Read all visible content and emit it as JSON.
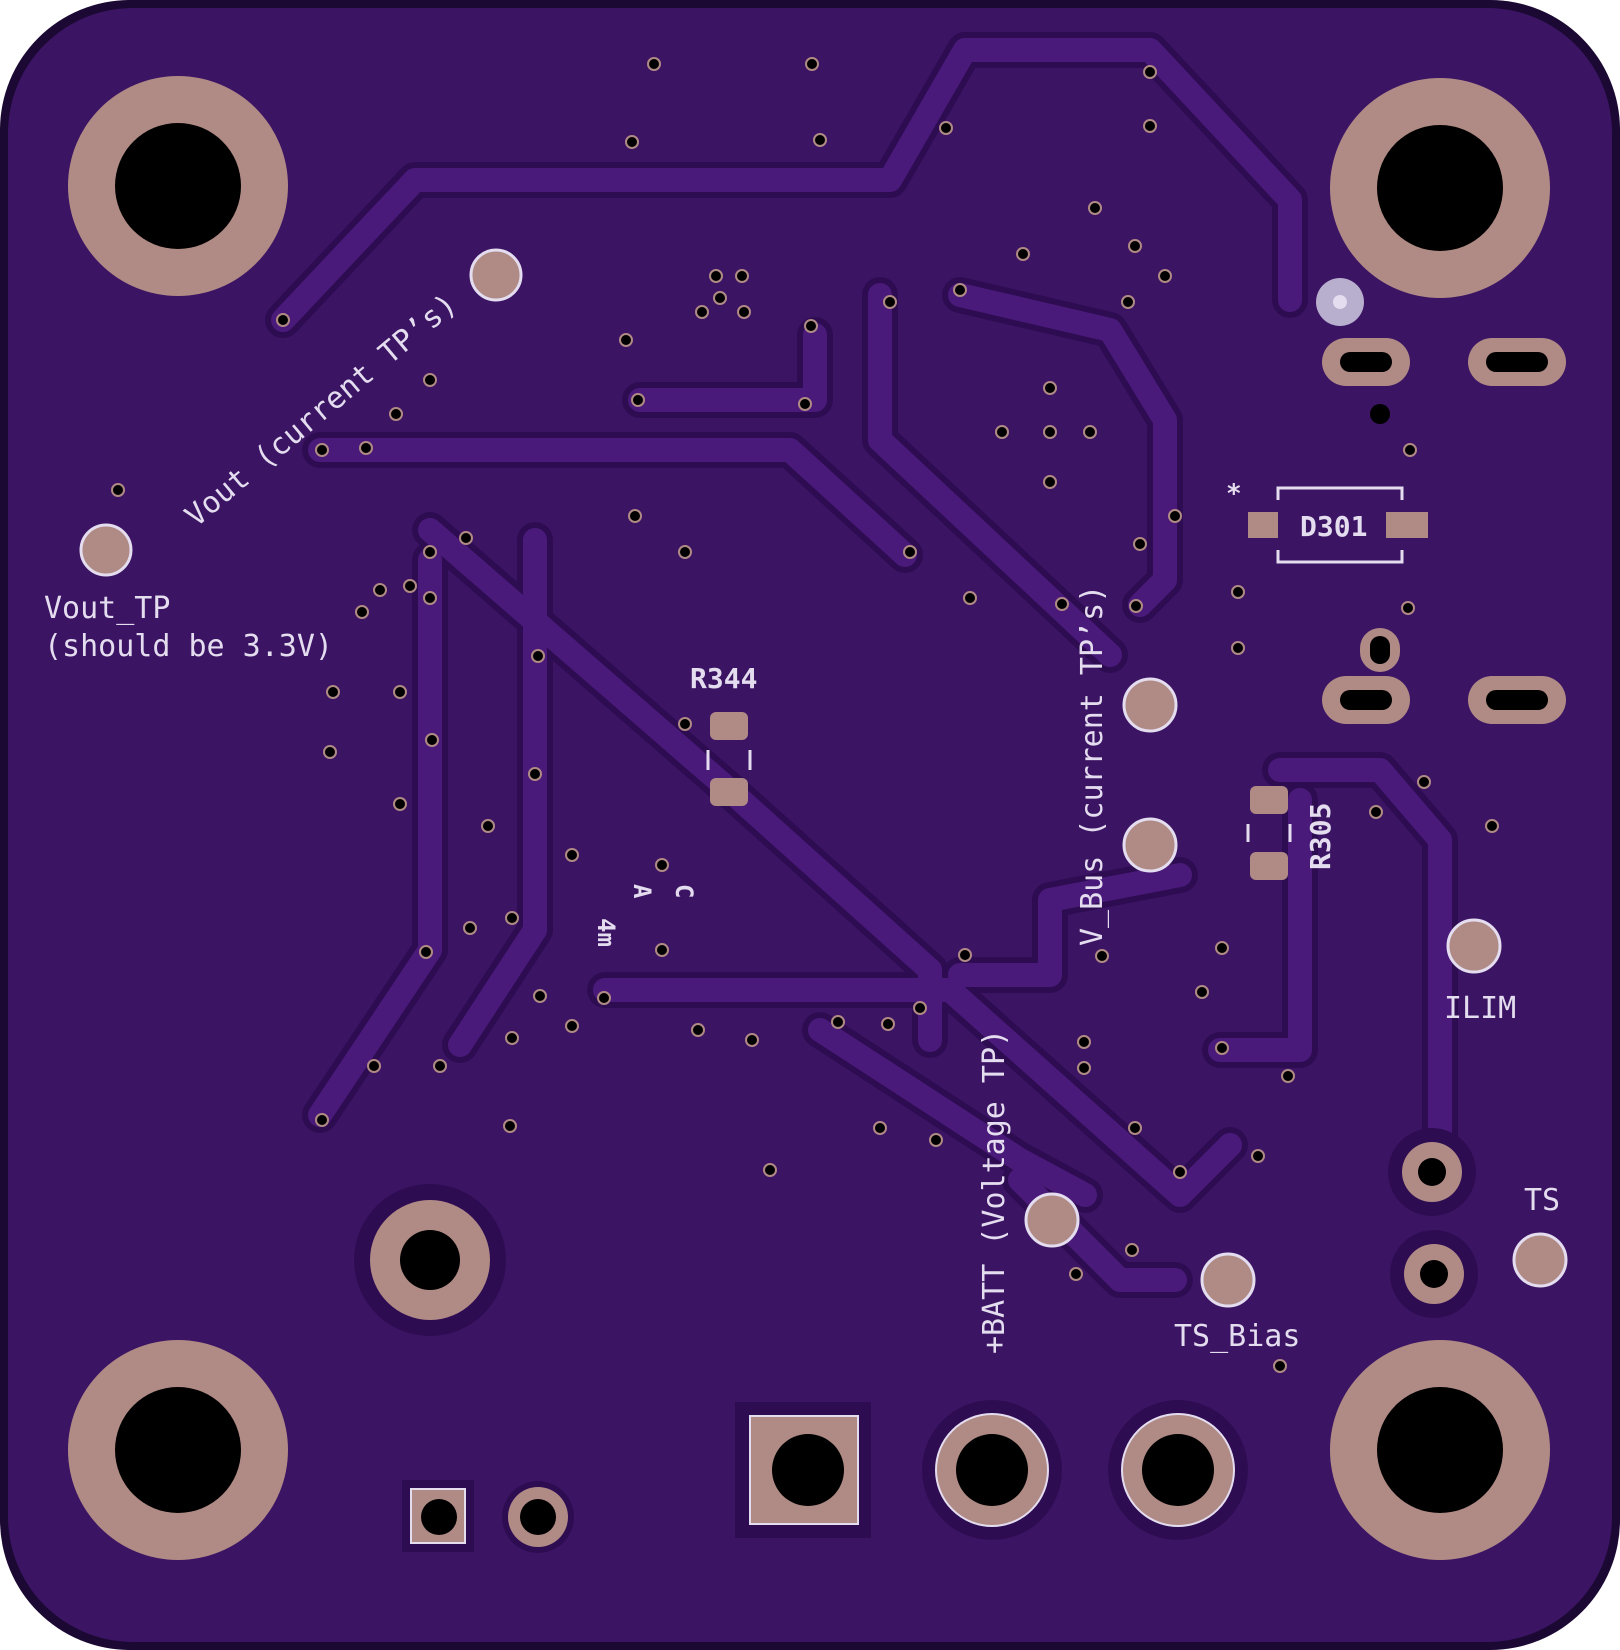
{
  "board": {
    "colors": {
      "outline": "#1b0833",
      "board": "#3b1463",
      "trace": "#4a1a7a",
      "trace_edge": "#2e0c52",
      "pad": "#b08a85",
      "hole": "#000000",
      "silk": "#e4dcef"
    }
  },
  "labels": {
    "vout_current": "Vout (current TP’s)",
    "vout_tp_line1": "Vout_TP",
    "vout_tp_line2": "(should be 3.3V)",
    "r344": "R344",
    "d301": "D301",
    "r305": "R305",
    "vbus_current": "V_Bus (current TP’s)",
    "ilim": "ILIM",
    "batt_voltage": "+BATT (Voltage TP)",
    "ts": "TS",
    "ts_bias": "TS_Bias",
    "marker_c": "C",
    "marker_a": "A",
    "marker_num": "4m",
    "star": "*"
  },
  "components": [
    {
      "name": "mounting-hole-top-left",
      "kind": "mounting hole"
    },
    {
      "name": "mounting-hole-top-right",
      "kind": "mounting hole"
    },
    {
      "name": "mounting-hole-bottom-left",
      "kind": "mounting hole"
    },
    {
      "name": "mounting-hole-bottom-right",
      "kind": "mounting hole"
    },
    {
      "name": "usb-connector-slots",
      "kind": "connector"
    },
    {
      "name": "battery-terminal-header",
      "kind": "3-pin header"
    },
    {
      "name": "two-pin-header",
      "kind": "2-pin header"
    },
    {
      "name": "thermistor-pads",
      "kind": "2-pin"
    }
  ]
}
